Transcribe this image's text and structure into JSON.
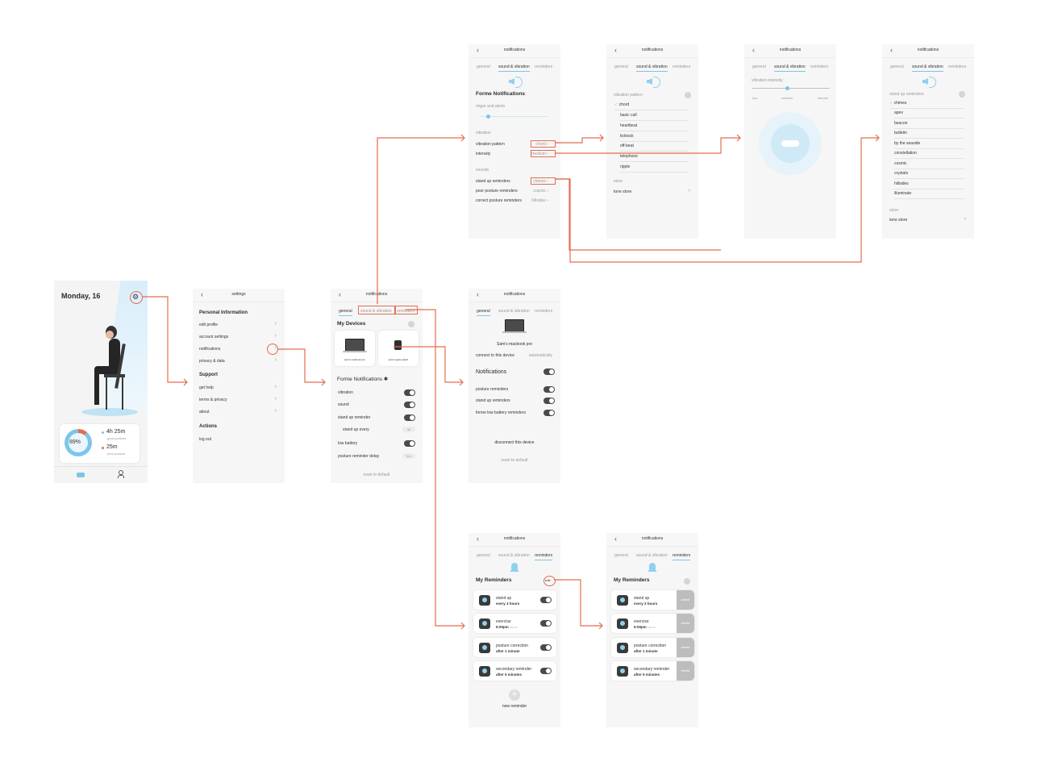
{
  "screen1": {
    "date": "Monday, 16",
    "percent": "89%",
    "good_time": "4h 25m",
    "good_label": "good posture",
    "poor_time": "25m",
    "poor_label": "poor posture"
  },
  "settings": {
    "title": "settings",
    "sec1": "Personal Information",
    "items1": [
      "edit profile",
      "account settings",
      "notifications",
      "privacy & data"
    ],
    "sec2": "Support",
    "items2": [
      "get help",
      "terms & privacy",
      "about"
    ],
    "sec3": "Actions",
    "logout": "log out"
  },
  "tabs": {
    "title": "notifications",
    "general": "general",
    "sound": "sound & vibration",
    "reminders": "reminders"
  },
  "general_screen": {
    "devices_title": "My Devices",
    "device1": "sam's macbook pro",
    "device2": "sam's apple watch",
    "forme_title": "Forme Notifications",
    "rows": [
      "vibration",
      "sound",
      "stand up reminder",
      "stand up every",
      "low battery",
      "posture reminder delay"
    ],
    "stand_val": "4h",
    "delay_val": "5m",
    "reset": "reset to default"
  },
  "device_screen": {
    "device_name": "Sam's macbook pro",
    "connect": "connect to this device",
    "connect_val": "automatically",
    "notif_title": "Notifications",
    "rows": [
      "posture reminders",
      "stand up reminders",
      "forme low battery reminders"
    ],
    "disconnect": "disconnect this device",
    "reset": "reset to default"
  },
  "sound_screen": {
    "title": "Forme Notifications",
    "ringer": "ringer and alerts",
    "vib_sec": "vibration",
    "vib_pattern": "vibration pattern",
    "vib_pattern_val": "chord",
    "intensity": "intensity",
    "intensity_val": "medium",
    "sounds_sec": "sounds",
    "stand": "stand up reminders",
    "stand_val": "chimes",
    "poor": "poor posture reminders",
    "poor_val": "cosmic",
    "correct": "correct posture reminders",
    "correct_val": "hillsides"
  },
  "pattern_screen": {
    "label": "vibration pattern",
    "items": [
      "chord",
      "basic call",
      "heartbeat",
      "ticktock",
      "off-beat",
      "telephone",
      "ripple"
    ],
    "store_label": "store",
    "tone_store": "tone store"
  },
  "intensity_screen": {
    "label": "vibration intensity",
    "low": "low",
    "medium": "medium",
    "intense": "intense"
  },
  "tone_screen": {
    "label": "stand up reminders",
    "items": [
      "chimes",
      "apex",
      "beacon",
      "bulletin",
      "by the seaside",
      "constellation",
      "cosmic",
      "crystals",
      "hillsides",
      "illuminate"
    ],
    "store_label": "store",
    "tone_store": "tone store"
  },
  "reminders": {
    "title": "My Reminders",
    "edit": "edit",
    "items": [
      {
        "name": "stand up",
        "detail": "every 3 hours"
      },
      {
        "name": "exercise",
        "detail": "6:00pm",
        "sub": "mon-fri"
      },
      {
        "name": "posture correction",
        "detail": "after 1 minute"
      },
      {
        "name": "secondary reminder",
        "detail": "after 5 minutes"
      }
    ],
    "new": "new reminder",
    "delete": "delete"
  },
  "colors": {
    "accent": "#7cc5ea",
    "annotation": "#e46d50",
    "toggle": "#4a4a4a",
    "background": "#f6f6f6"
  }
}
